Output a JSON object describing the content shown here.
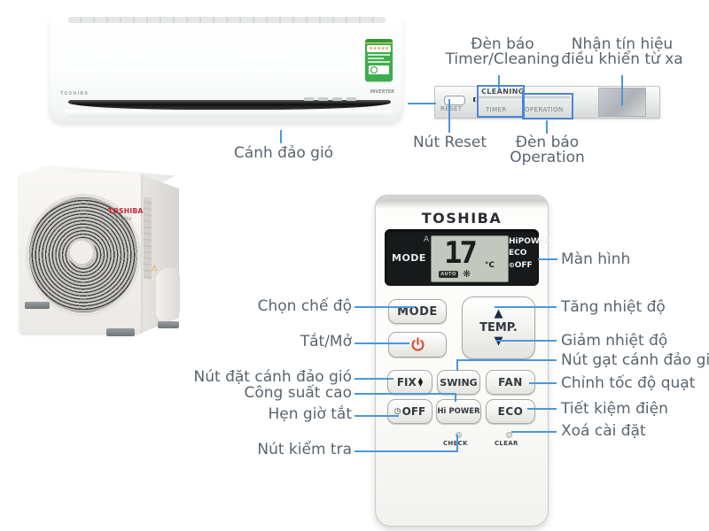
{
  "colors": {
    "line": "#4a97dc",
    "label": "#5a646d",
    "callout_box": "#4a86d8",
    "brand_red": "#cf2030"
  },
  "indoor": {
    "brand": "TOSHIBA",
    "badge": "INVERTER",
    "energy_stars": "★★★★★"
  },
  "panel": {
    "reset_btn": "RESET",
    "cleaning": "CLEANING",
    "timer": "TIMER",
    "operation": "OPERATION"
  },
  "outdoor": {
    "brand": "TOSHIBA",
    "badge": "INVERTER",
    "warning_icon": "⚠"
  },
  "remote": {
    "brand": "TOSHIBA",
    "lcd": {
      "mode": "MODE",
      "auto_letter": "A",
      "temp_value": "17",
      "temp_unit": "°C",
      "auto_badge": "AUTO",
      "fan_icon": "❋",
      "hipower": "HiPOWER",
      "eco": "ECO",
      "off_icon": "⊙",
      "off": "OFF"
    },
    "buttons": {
      "mode": "MODE",
      "temp": "TEMP.",
      "up_arrow": "▲",
      "down_arrow": "▼",
      "fix": "FIX",
      "fix_up": "▲",
      "fix_down": "▼",
      "swing": "SWING",
      "fan": "FAN",
      "off_icon": "◷",
      "off": "OFF",
      "hipower": "Hi POWER",
      "eco": "ECO"
    },
    "check": "CHECK",
    "clear": "CLEAR"
  },
  "callouts": {
    "canh_dao_gio": "Cánh đảo gió",
    "timer_cleaning_1": "Đèn báo",
    "timer_cleaning_2": "Timer/Cleaning",
    "receiver_1": "Nhận tín hiệu",
    "receiver_2": "điều khiển từ xa",
    "nut_reset": "Nút Reset",
    "operation_1": "Đèn báo",
    "operation_2": "Operation",
    "man_hinh": "Màn hình",
    "chon_che_do": "Chọn chế độ",
    "tang_nhiet_do": "Tăng nhiệt độ",
    "tat_mo": "Tắt/Mở",
    "giam_nhiet_do": "Giảm nhiệt độ",
    "nut_gat": "Nút gạt cánh đảo gió",
    "nut_dat": "Nút đặt cánh đảo gió",
    "chinh_toc": "Chỉnh tốc độ quạt",
    "cong_suat_cao": "Công suất cao",
    "tiet_kiem": "Tiết kiệm điện",
    "hen_gio_tat": "Hẹn giờ tắt",
    "xoa_cai_dat": "Xoá cài đặt",
    "nut_kiem_tra": "Nút kiểm tra"
  }
}
